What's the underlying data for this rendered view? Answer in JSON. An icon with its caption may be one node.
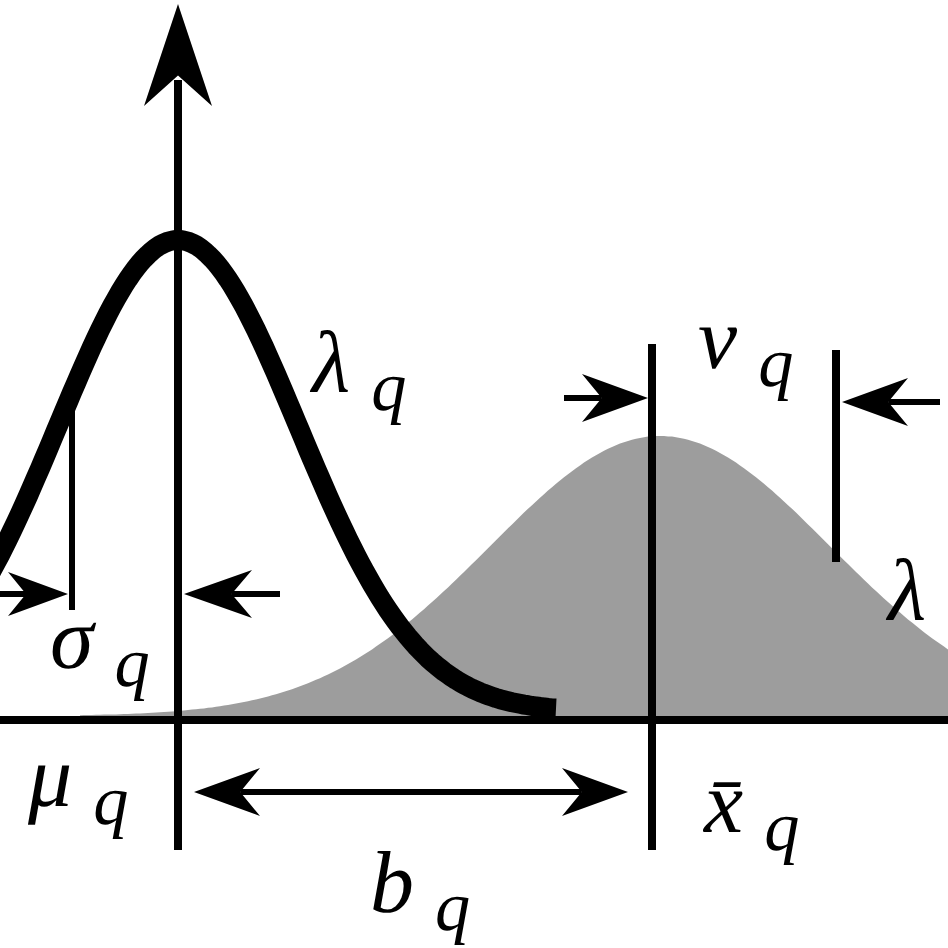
{
  "diagram": {
    "labels": [
      "λ$_{q}$",
      "ν$_{q}$",
      "σ$_{q}$",
      "λ",
      "μ$_{q}$",
      "x̄$_{q}$",
      "b$_{q}$"
    ]
  }
}
